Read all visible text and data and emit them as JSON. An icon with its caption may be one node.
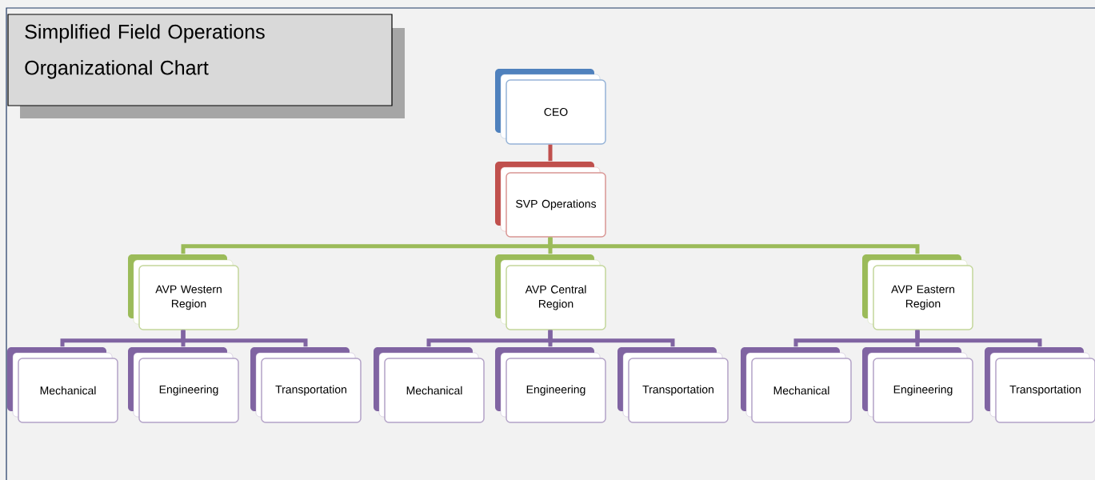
{
  "diagram": {
    "title": "Simplified Field Operations Organizational Chart",
    "nodes": [
      {
        "text": [
          "CEO"
        ]
      },
      {
        "text": [
          "SVP Operations"
        ]
      },
      {
        "text": [
          "AVP Western Region"
        ]
      },
      {
        "text": [
          "AVP Central Region"
        ]
      },
      {
        "text": [
          "AVP Eastern Region"
        ]
      },
      {
        "text": [
          "Mechanical"
        ]
      },
      {
        "text": [
          "Engineering"
        ]
      },
      {
        "text": [
          "Transportation"
        ]
      },
      {
        "text": [
          "Mechanical"
        ]
      },
      {
        "text": [
          "Engineering"
        ]
      },
      {
        "text": [
          "Transportation"
        ]
      },
      {
        "text": [
          "Mechanical"
        ]
      },
      {
        "text": [
          "Engineering"
        ]
      },
      {
        "text": [
          "Transportation"
        ]
      }
    ],
    "edges": [
      {
        "from": 0,
        "to": 1,
        "arrow": "none",
        "color": "#c0504d"
      },
      {
        "from": 1,
        "to": 2,
        "arrow": "none",
        "color": "#9bbb59"
      },
      {
        "from": 1,
        "to": 3,
        "arrow": "none",
        "color": "#9bbb59"
      },
      {
        "from": 1,
        "to": 4,
        "arrow": "none",
        "color": "#9bbb59"
      },
      {
        "from": 2,
        "to": 5,
        "arrow": "none"
      },
      {
        "from": 2,
        "to": 6,
        "arrow": "none"
      },
      {
        "from": 2,
        "to": 7,
        "arrow": "none"
      },
      {
        "from": 3,
        "to": 8,
        "arrow": "none"
      },
      {
        "from": 3,
        "to": 9,
        "arrow": "none"
      },
      {
        "from": 3,
        "to": 10,
        "arrow": "none"
      },
      {
        "from": 4,
        "to": 11,
        "arrow": "none"
      },
      {
        "from": 4,
        "to": 12,
        "arrow": "none"
      },
      {
        "from": 4,
        "to": 13,
        "arrow": "none"
      }
    ]
  }
}
